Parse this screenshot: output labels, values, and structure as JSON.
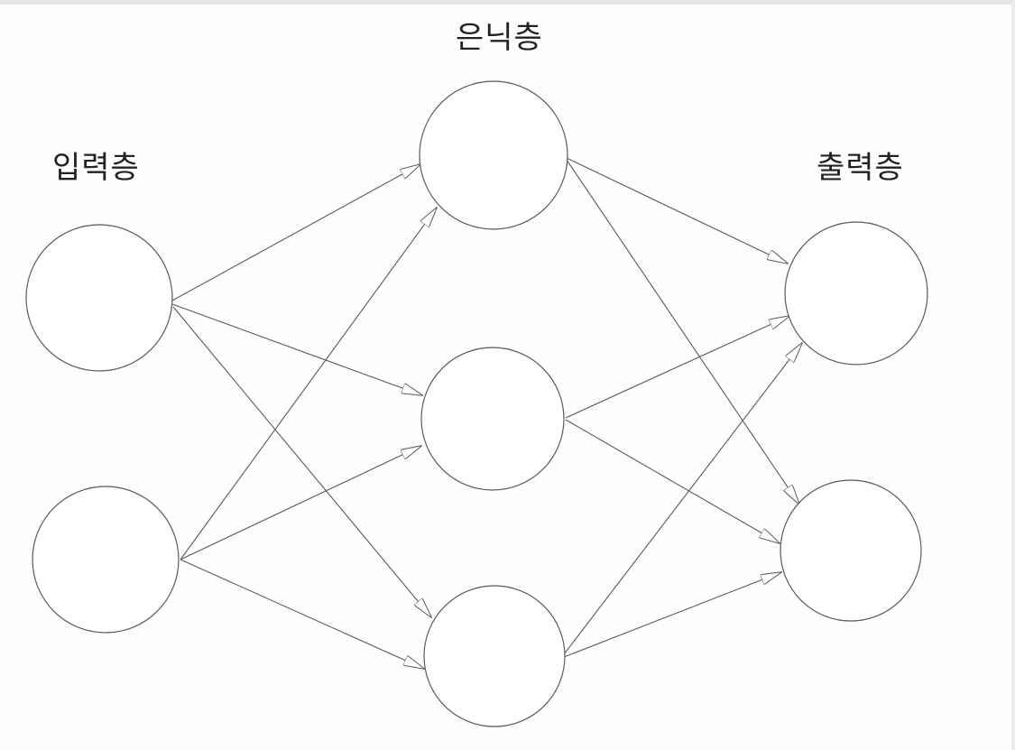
{
  "labels": {
    "input_layer": "입력층",
    "hidden_layer": "은닉층",
    "output_layer": "출력층"
  },
  "colors": {
    "stroke": "#5a5a5a",
    "text": "#222222",
    "background": "#fefefe"
  },
  "network": {
    "input_nodes": 2,
    "hidden_nodes": 3,
    "output_nodes": 2,
    "connections": "fully-connected"
  }
}
